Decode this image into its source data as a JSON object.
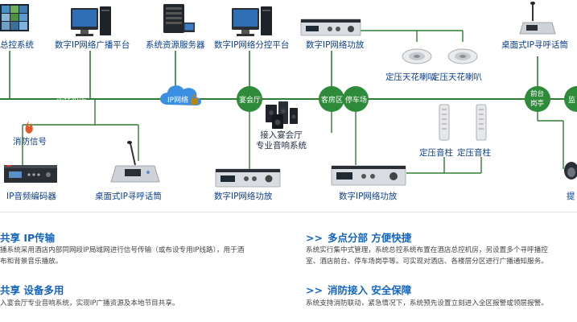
{
  "colors": {
    "line_green": "#2e7d32",
    "node_green": "#2e8b3a",
    "cloud_blue": "#3b8fe0",
    "label_blue": "#0b3d8c",
    "heading_blue": "#1565c0",
    "device_dark": "#2a2f36",
    "device_silver": "#d9dce0"
  },
  "diagram": {
    "nodes": {
      "ip": "IP网络",
      "hall": "宴会厅",
      "guest": "客房区",
      "parking": "停车场",
      "front_desk": "前台\n岗亭",
      "edge": "监"
    },
    "labels": {
      "control_system": "总控系统",
      "broadcast_platform": "数字IP网络广播平台",
      "resource_server": "系统资源服务器",
      "branch_platform": "数字IP网络分控平台",
      "amp_top": "数字IP网络功放",
      "ceiling_1": "定压天花喇叭",
      "ceiling_2": "定压天花喇叭",
      "desk_mic_top": "桌面式IP寻呼话筒",
      "main_room": "总控机房",
      "fire_signal": "消防信号",
      "audio_encoder": "IP音频编码器",
      "desk_mic_bottom": "桌面式IP寻呼话筒",
      "banquet_access": "接入宴会厅\n专业音响系统",
      "amp_mid": "数字IP网络功放",
      "amp_bottom": "数字IP网络功放",
      "column_1": "定压音柱",
      "column_2": "定压音柱",
      "edge_right": "提"
    }
  },
  "features": [
    {
      "title": "共享 IP传输",
      "lines": [
        "播系统采用酒店内部同网段IP局域网进行信号传输（或布设专用IP线路），用于酒",
        "布和背景音乐播放。"
      ]
    },
    {
      "title": "共享 设备多用",
      "lines": [
        "入宴会厅专业音响系统，实现IP广播资源及本地节目共享。"
      ]
    },
    {
      "title": "多点分部 方便快捷",
      "lines": [
        "系统实行集中式管理，系统总控系统布置在酒店总控机房，另设置多个寻呼播控",
        "室、酒店前台、停车场岗亭等。可实现对酒店、各楼层分区进行广播通知服务。"
      ]
    },
    {
      "title": "消防接入 安全保障",
      "lines": [
        "系统支持消防联动，紧急情况下，系统预先设置立刻进入全区报警或领层报警。"
      ]
    }
  ],
  "feature_arrow": ">>"
}
